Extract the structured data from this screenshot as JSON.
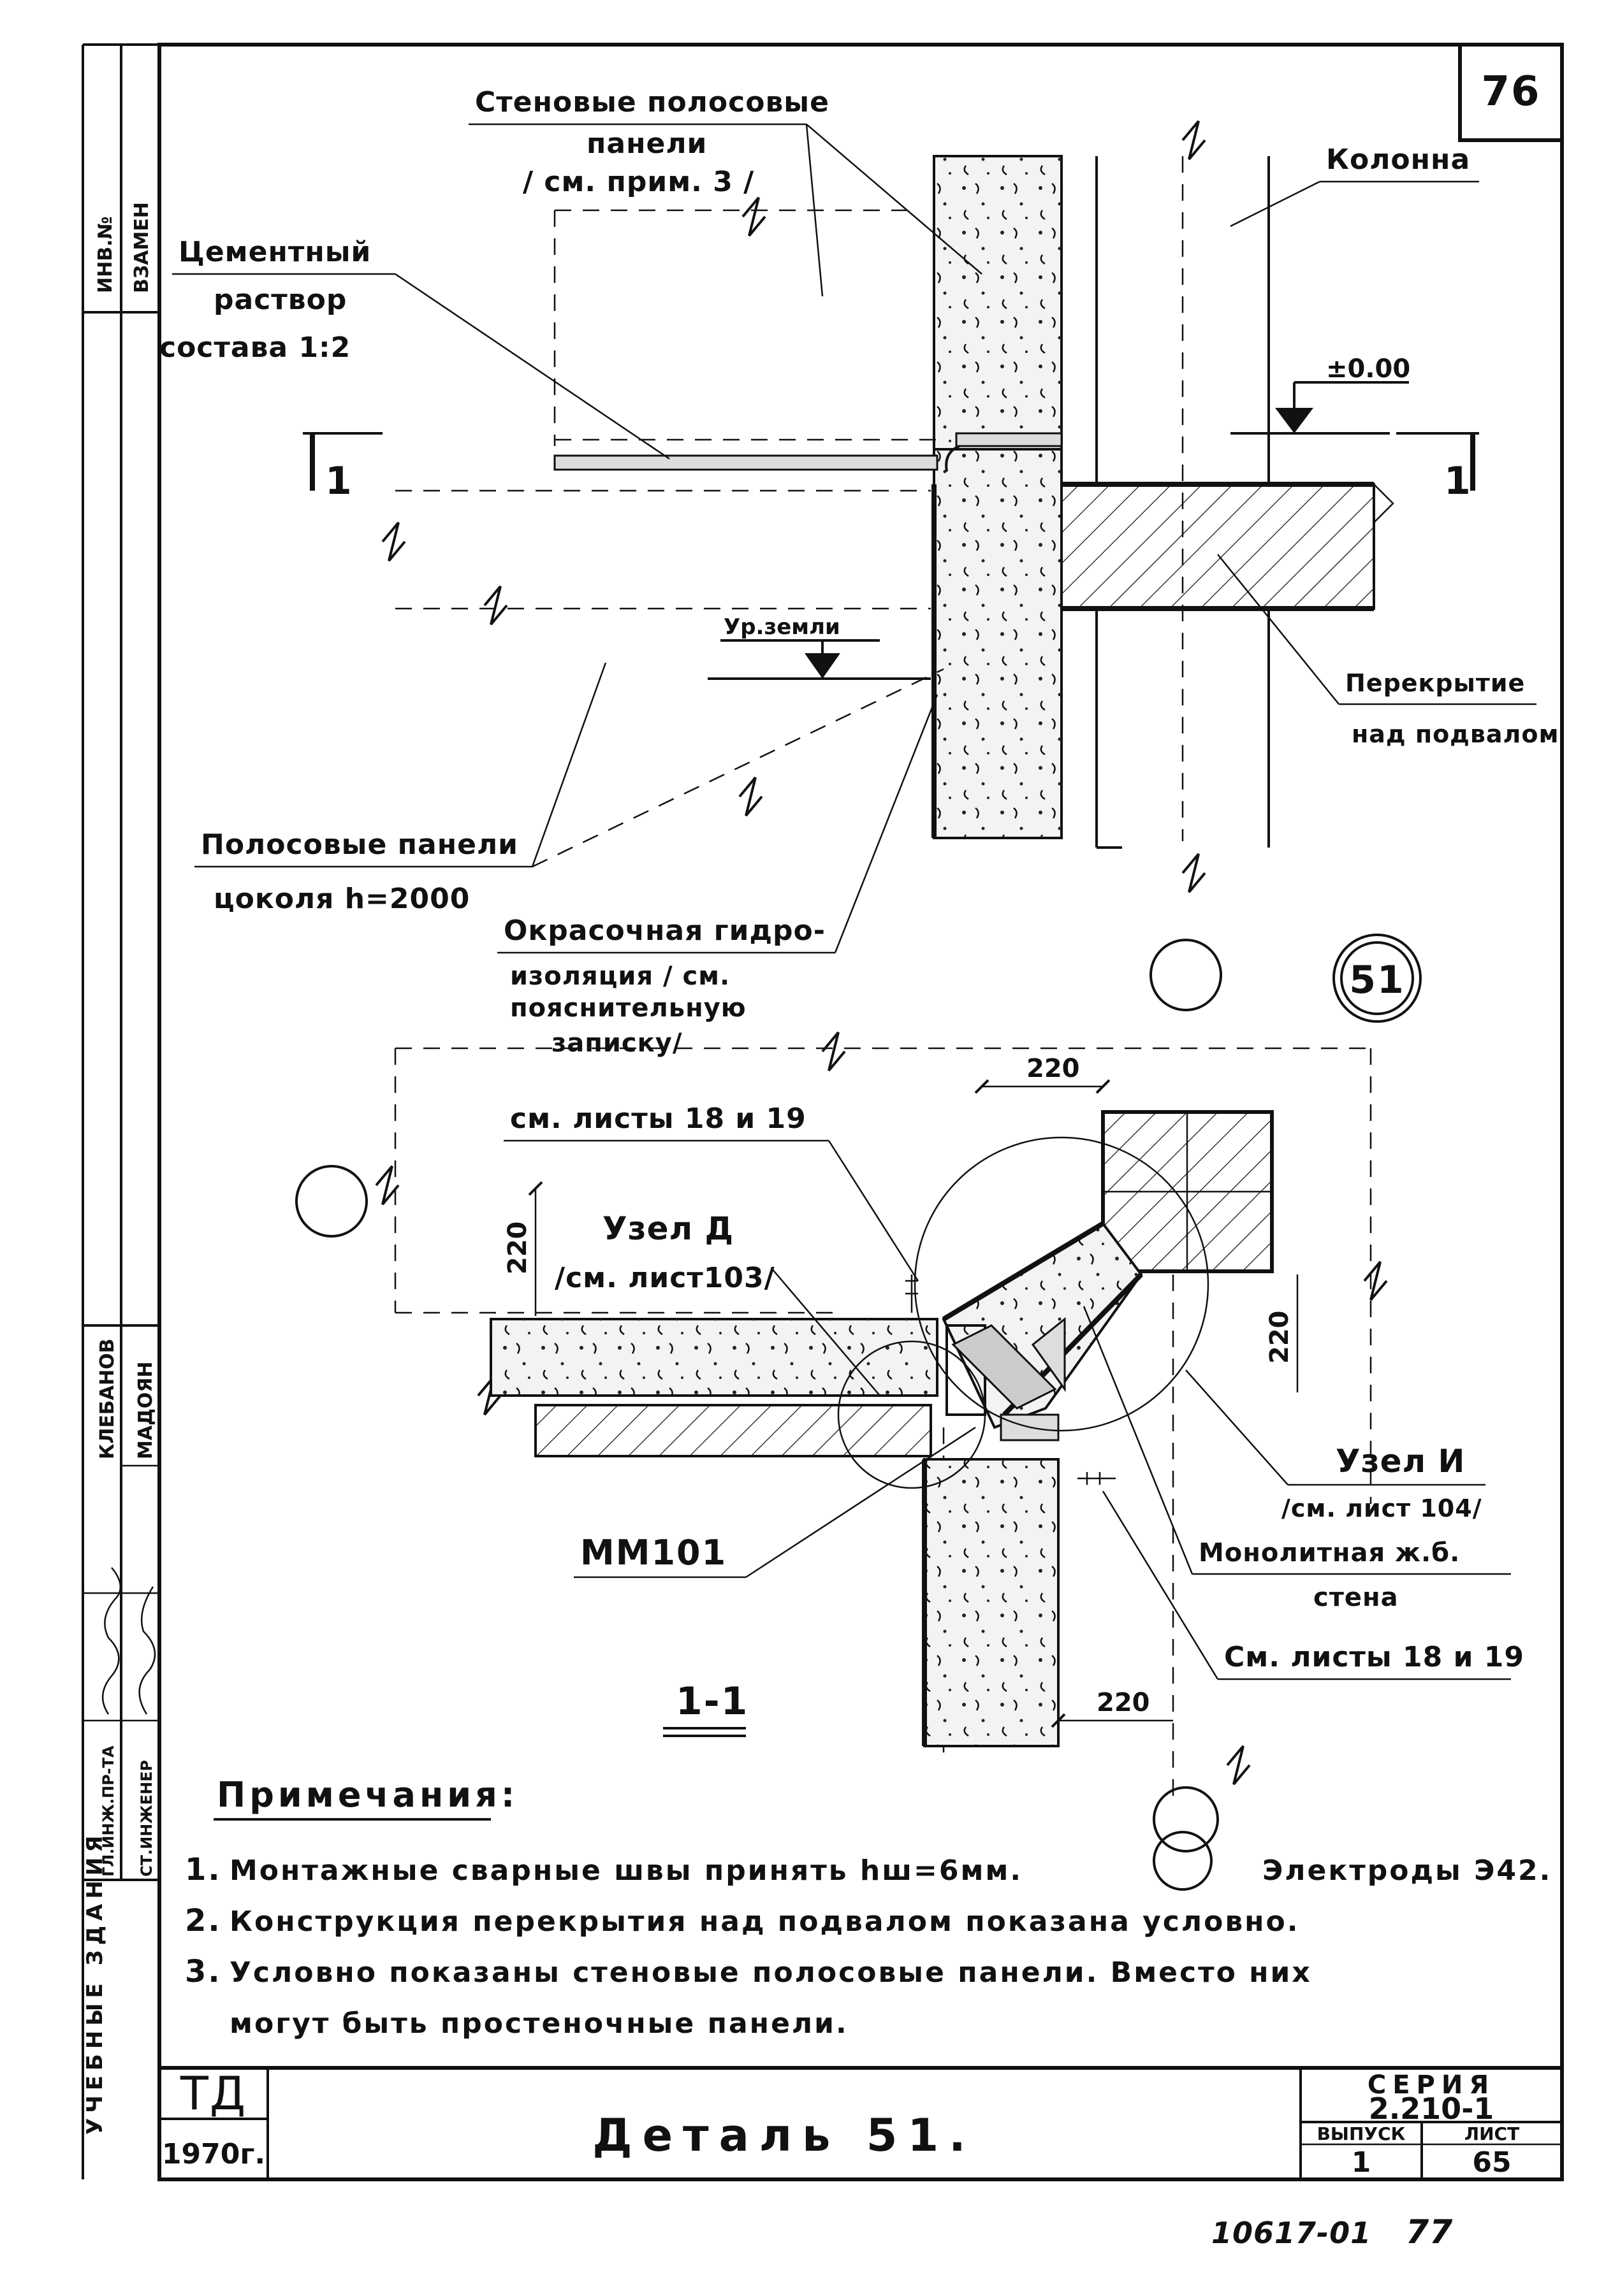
{
  "sheet": {
    "sheet_number": "76",
    "title": "Деталь 51.",
    "series_label": "СЕРИЯ",
    "series_value": "2.210-1",
    "issue_label": "ВЫПУСК",
    "issue_value": "1",
    "page_label": "ЛИСТ",
    "page_value": "65",
    "td": "ТД",
    "year": "1970г.",
    "archive_number": "10617-01",
    "page_ordinal": "77"
  },
  "side_strip": {
    "inv": "ИНВ.№",
    "vzamen": "ВЗАМЕН",
    "signer1_role": "ГЛ.ИНЖ.ПР-ТА",
    "signer1_name": "КЛЕБАНОВ",
    "signer2_role": "СТ.ИНЖЕНЕР",
    "signer2_name": "МАДОЯН",
    "vertical_caption": "УЧЕБНЫЕ ЗДАНИЯ"
  },
  "section_top": {
    "wall_panels_l1": "Стеновые полосовые",
    "wall_panels_l2": "панели",
    "wall_panels_l3": "/ см. прим. 3 /",
    "column": "Колонна",
    "cement_l1": "Цементный",
    "cement_l2": "раствор",
    "cement_l3": "состава 1:2",
    "level_zero": "±0.00",
    "ground_level": "Ур.земли",
    "floor_l1": "Перекрытие",
    "floor_l2": "над подвалом",
    "plinth_l1": "Полосовые панели",
    "plinth_l2": "цоколя h=2000",
    "cut_mark_left": "1",
    "cut_mark_right": "1"
  },
  "section_plan": {
    "waterproof_l1": "Окрасочная гидро-",
    "waterproof_l2": "изоляция / см.",
    "waterproof_l3": "пояснительную",
    "waterproof_l4": "записку/",
    "see_sheets_top": "см. листы 18 и 19",
    "node_d_l1": "Узел Д",
    "node_d_l2": "/см. лист103/",
    "node_i_l1": "Узел И",
    "node_i_l2": "/см. лист 104/",
    "monolith_l1": "Монолитная ж.б.",
    "monolith_l2": "стена",
    "see_sheets_bottom": "См. листы 18 и 19",
    "mm101": "ММ101",
    "detail_marker": "51",
    "section_title": "1-1",
    "dim_220_top": "220",
    "dim_220_left": "220",
    "dim_220_right": "220",
    "dim_220_bottom": "220"
  },
  "notes": {
    "heading": "Примечания:",
    "items": [
      {
        "num": "1.",
        "text": "Монтажные сварные швы принять hш=6мм.",
        "tail": "Электроды Э42."
      },
      {
        "num": "2.",
        "text": "Конструкция перекрытия над подвалом показана условно.",
        "tail": ""
      },
      {
        "num": "3.",
        "text": "Условно показаны стеновые полосовые панели. Вместо них",
        "tail": ""
      },
      {
        "num": "",
        "text": "могут быть простеночные панели.",
        "tail": ""
      }
    ]
  }
}
